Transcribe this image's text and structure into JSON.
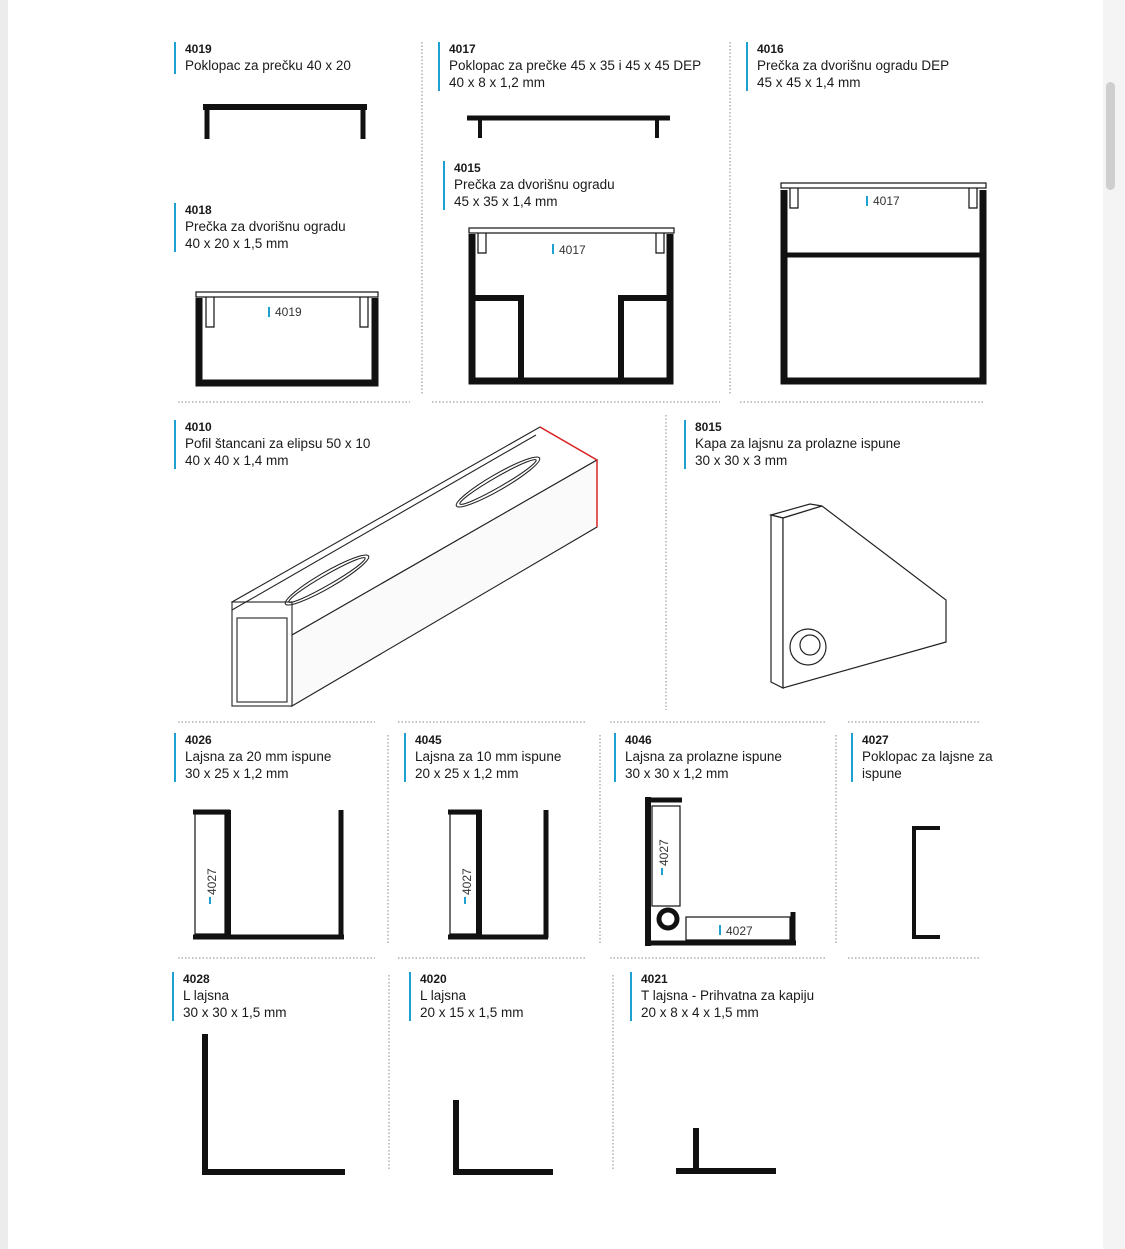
{
  "products": [
    {
      "code": "4019",
      "name": "Poklopac za prečku 40 x 20",
      "dims": ""
    },
    {
      "code": "4017",
      "name": "Poklopac za prečke 45 x 35 i 45 x 45 DEP",
      "dims": "40 x 8 x 1,2 mm"
    },
    {
      "code": "4016",
      "name": "Prečka za dvorišnu ogradu DEP",
      "dims": "45 x 45 x 1,4 mm"
    },
    {
      "code": "4018",
      "name": "Prečka za dvorišnu ogradu",
      "dims": "40 x 20 x 1,5 mm"
    },
    {
      "code": "4015",
      "name": "Prečka za dvorišnu ogradu",
      "dims": "45 x 35 x 1,4 mm"
    },
    {
      "code": "4010",
      "name": "Pofil štancani za elipsu 50 x 10",
      "dims": "40 x 40 x 1,4 mm"
    },
    {
      "code": "8015",
      "name": "Kapa za lajsnu za prolazne ispune",
      "dims": "30 x 30 x 3 mm"
    },
    {
      "code": "4026",
      "name": "Lajsna za 20 mm ispune",
      "dims": "30 x 25 x 1,2 mm"
    },
    {
      "code": "4045",
      "name": "Lajsna za 10 mm ispune",
      "dims": "20 x 25 x 1,2 mm"
    },
    {
      "code": "4046",
      "name": "Lajsna za prolazne ispune",
      "dims": "30 x 30 x 1,2 mm"
    },
    {
      "code": "4027",
      "name": "Poklopac za lajsne za",
      "dims": "ispune"
    },
    {
      "code": "4028",
      "name": "L lajsna",
      "dims": "30 x 30 x 1,5 mm"
    },
    {
      "code": "4020",
      "name": "L lajsna",
      "dims": "20 x 15 x 1,5 mm"
    },
    {
      "code": "4021",
      "name": "T lajsna - Prihvatna za kapiju",
      "dims": "20 x 8 x 4 x 1,5 mm"
    }
  ],
  "callouts": {
    "c4019": "4019",
    "c4017": "4017",
    "c4027": "4027"
  },
  "colors": {
    "accent": "#1ea0d0",
    "highlight": "#e02020"
  }
}
